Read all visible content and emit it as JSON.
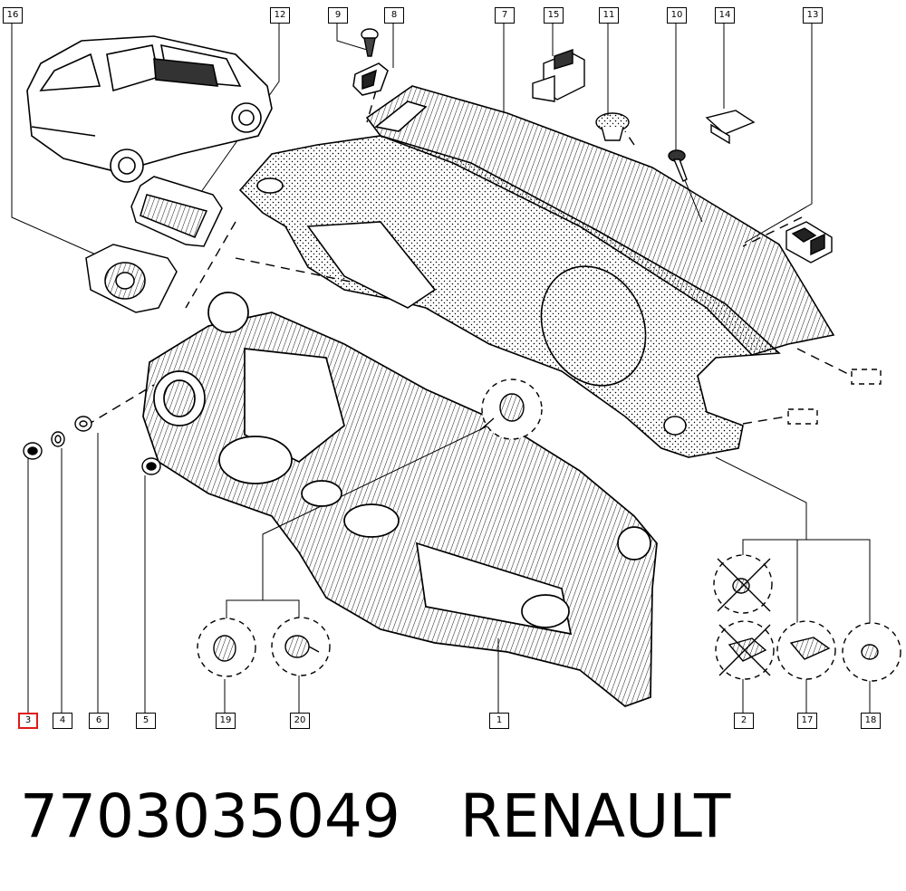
{
  "callouts": {
    "c1": "1",
    "c2": "2",
    "c3": "3",
    "c4": "4",
    "c5": "5",
    "c6": "6",
    "c7": "7",
    "c8": "8",
    "c9": "9",
    "c10": "10",
    "c11": "11",
    "c12": "12",
    "c13": "13",
    "c14": "14",
    "c15": "15",
    "c16": "16",
    "c17": "17",
    "c18": "18",
    "c19": "19",
    "c20": "20"
  },
  "caption": {
    "part_number": "7703035049",
    "brand": "RENAULT"
  },
  "colors": {
    "line": "#000000",
    "highlight": "#e01818",
    "background": "#ffffff"
  },
  "icons": [
    "car-icon",
    "dashboard-cover",
    "dashboard-frame",
    "screw-icon",
    "nut-icon",
    "washer-icon",
    "clip-icon",
    "vent-icon",
    "grommet-icon"
  ]
}
